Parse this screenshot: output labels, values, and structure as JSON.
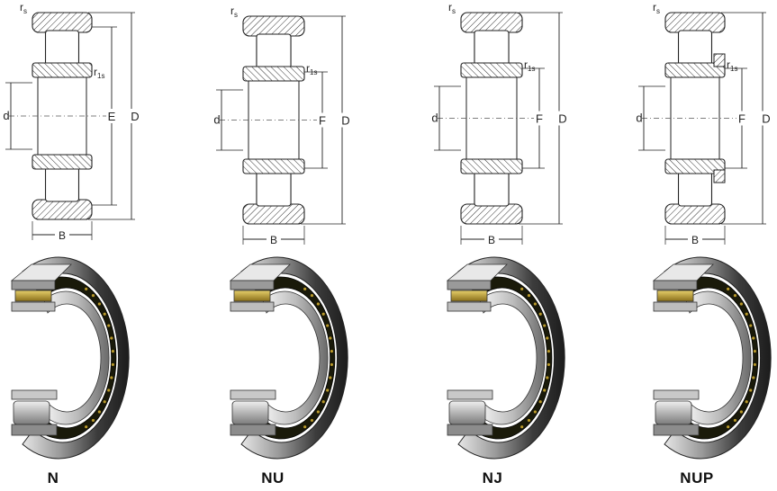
{
  "bearings": [
    {
      "type_label": "N",
      "variant": "N",
      "dims": {
        "corner_radius": "r",
        "corner_radius_sub": "s",
        "corner_radius_1": "r",
        "corner_radius_1_sub": "1s",
        "bore": "d",
        "outer": "E",
        "outside": "D",
        "width": "B"
      }
    },
    {
      "type_label": "NU",
      "variant": "NU",
      "dims": {
        "corner_radius": "r",
        "corner_radius_sub": "s",
        "corner_radius_1": "r",
        "corner_radius_1_sub": "1s",
        "bore": "d",
        "outer": "F",
        "outside": "D",
        "width": "B"
      }
    },
    {
      "type_label": "NJ",
      "variant": "NJ",
      "dims": {
        "corner_radius": "r",
        "corner_radius_sub": "s",
        "corner_radius_1": "r",
        "corner_radius_1_sub": "1s",
        "bore": "d",
        "outer": "F",
        "outside": "D",
        "width": "B"
      }
    },
    {
      "type_label": "NUP",
      "variant": "NUP",
      "dims": {
        "corner_radius": "r",
        "corner_radius_sub": "s",
        "corner_radius_1": "r",
        "corner_radius_1_sub": "1s",
        "bore": "d",
        "outer": "F",
        "outside": "D",
        "width": "B"
      }
    }
  ],
  "colors": {
    "outline": "#222222",
    "hatch": "#333333",
    "steel_dark": "#4a4a4a",
    "steel_light": "#d8d8d8",
    "cage_brass": "#b8982a",
    "cage_black": "#1a1a0a"
  }
}
